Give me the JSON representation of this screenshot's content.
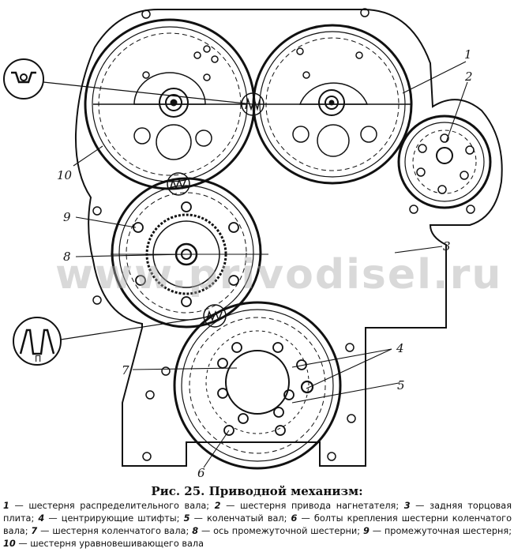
{
  "watermark": "www.privodisel.ru",
  "caption": {
    "title": "Рис. 25. Приводной механизм:",
    "legend": [
      {
        "num": "1",
        "text": "шестерня распределительного вала;"
      },
      {
        "num": "2",
        "text": "шестерня привода нагнетателя;"
      },
      {
        "num": "3",
        "text": "задняя торцовая плита;"
      },
      {
        "num": "4",
        "text": "центрирующие штифты;"
      },
      {
        "num": "5",
        "text": "коленчатый вал;"
      },
      {
        "num": "6",
        "text": "болты крепления шестерни коленчатого вала;"
      },
      {
        "num": "7",
        "text": "шестерня коленчатого вала;"
      },
      {
        "num": "8",
        "text": "ось промежуточной шестерни;"
      },
      {
        "num": "9",
        "text": "промежуточная шестерня;"
      },
      {
        "num": "10",
        "text": "шестерня уравновешивающего вала"
      }
    ]
  },
  "callouts": [
    "1",
    "2",
    "3",
    "4",
    "5",
    "6",
    "7",
    "8",
    "9",
    "10"
  ],
  "timing_marks": {
    "top_detail": "",
    "bottom_detail": "П"
  },
  "colors": {
    "ink": "#111111",
    "paper": "#ffffff"
  }
}
